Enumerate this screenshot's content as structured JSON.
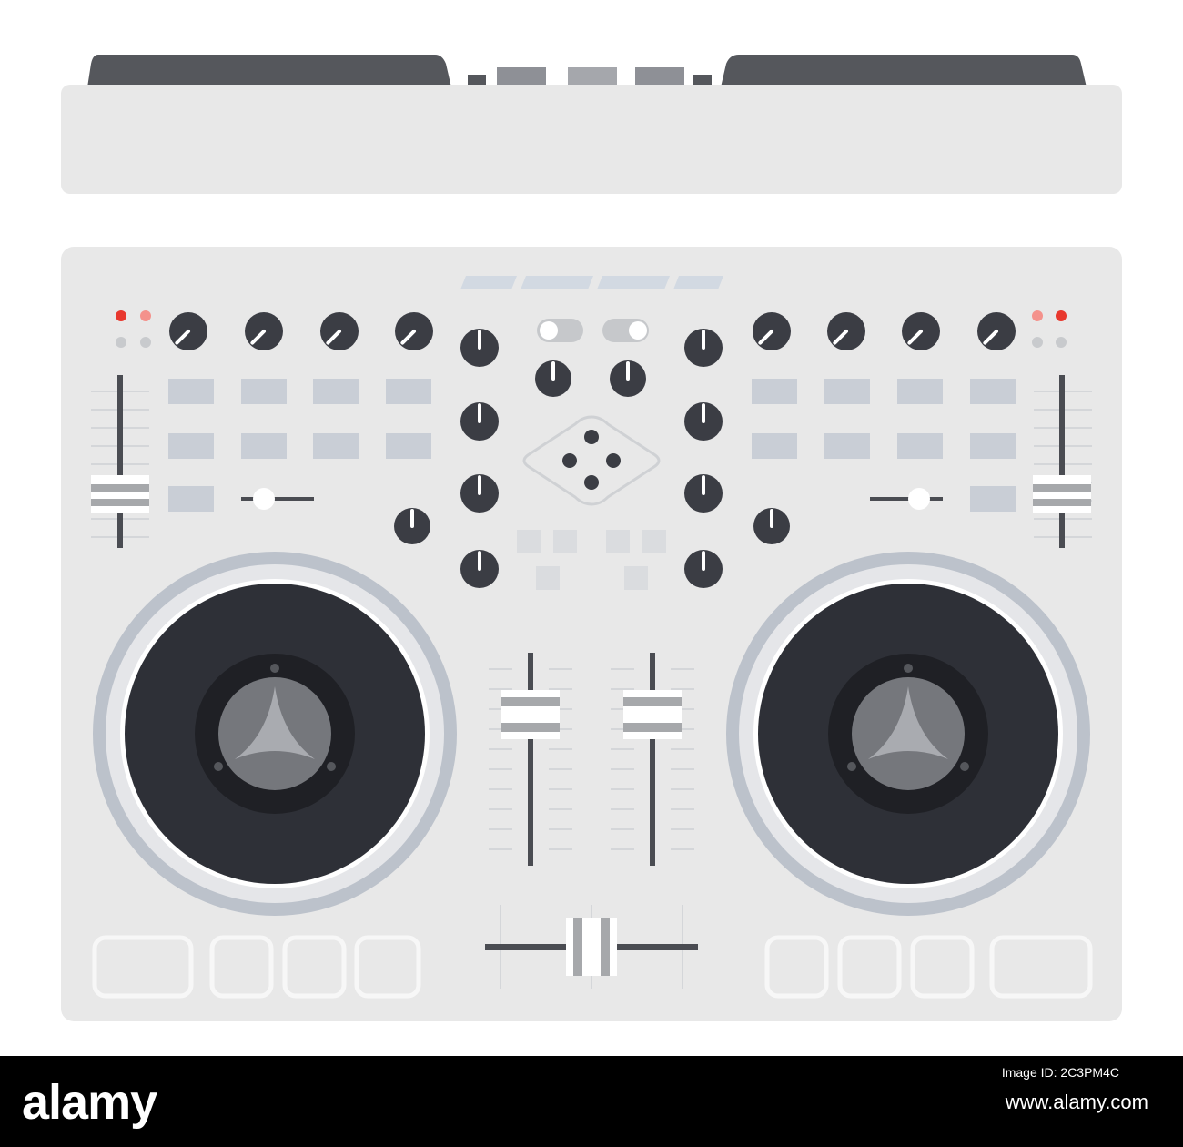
{
  "colors": {
    "body": "#e8e8e8",
    "knob": "#3b3d44",
    "platter": "#2e3037",
    "ring": "#bcc2cb",
    "pad": "#c9ced6",
    "accent_red": "#e8382e",
    "accent_pink": "#f4928c"
  },
  "icons": [
    "knob-icon",
    "jog-wheel-icon",
    "fader-icon",
    "led-icon",
    "pad-button-icon"
  ],
  "footer": {
    "brand": "alamy",
    "image_id": "Image ID: 2C3PM4C",
    "url": "www.alamy.com"
  }
}
